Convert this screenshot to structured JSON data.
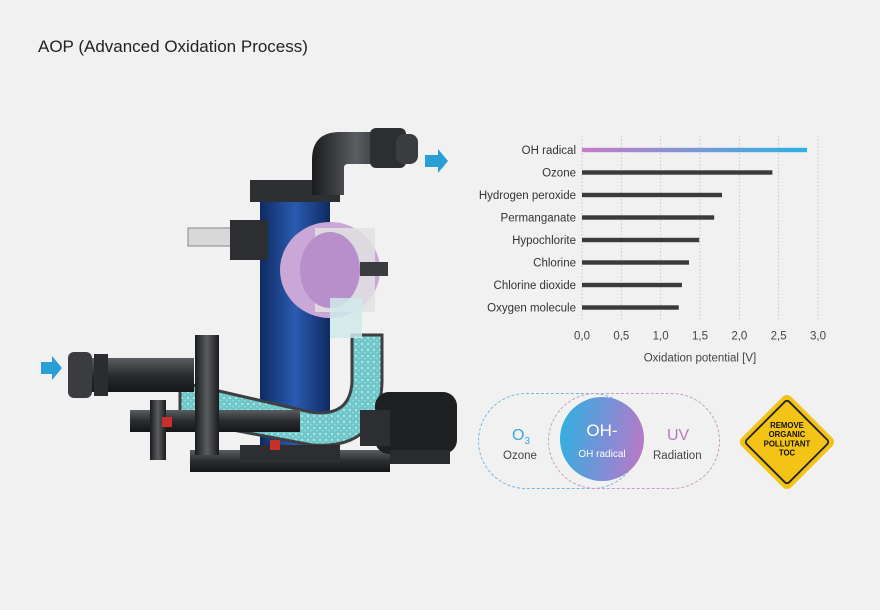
{
  "title": "AOP (Advanced Oxidation Process)",
  "chart_data": {
    "type": "bar",
    "orientation": "horizontal",
    "categories": [
      "OH radical",
      "Ozone",
      "Hydrogen peroxide",
      "Permanganate",
      "Hypochlorite",
      "Chlorine",
      "Chlorine dioxide",
      "Oxygen molecule"
    ],
    "values": [
      2.86,
      2.42,
      1.78,
      1.68,
      1.49,
      1.36,
      1.27,
      1.23
    ],
    "xlabel": "Oxidation potential  [V]",
    "xlim": [
      0,
      3.0
    ],
    "ticks": [
      "0,0",
      "0,5",
      "1,0",
      "1,5",
      "2,0",
      "2,5",
      "3,0"
    ],
    "grid": "vertical dotted",
    "colors": {
      "bar": "#3a3a3c",
      "highlight_start": "#c97bc6",
      "highlight_end": "#2ab3e2"
    }
  },
  "venn": {
    "left_symbol": "O",
    "left_subscript": "3",
    "left_label": "Ozone",
    "center_symbol": "OH-",
    "center_label": "OH radical",
    "right_symbol": "UV",
    "right_label": "Radiation"
  },
  "sign": {
    "lines": [
      "REMOVE",
      "ORGANIC",
      "POLLUTANT",
      "TOC"
    ],
    "color": "#f3c316"
  },
  "colors": {
    "arrow": "#2a9fd6",
    "pipe": "#2f3134",
    "column": "#1d3f8a",
    "chamber": "#c89fd2"
  }
}
